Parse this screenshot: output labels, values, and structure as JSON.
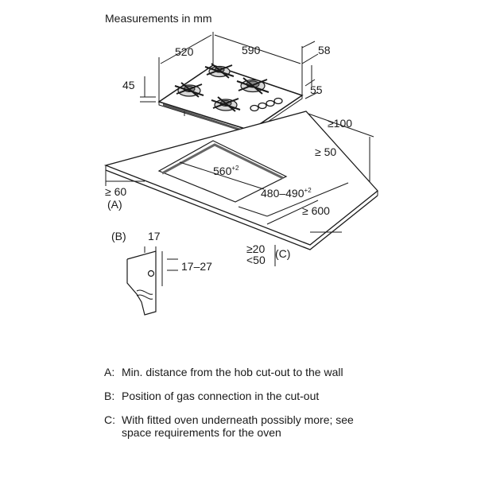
{
  "title": "Measurements in mm",
  "dimensions": {
    "depth": "520",
    "width": "590",
    "top_offset": "58",
    "height_total": "45",
    "height_body": "55",
    "rear_clearance": "≥100",
    "side_clearance": "≥ 50",
    "cutout_width": "560",
    "cutout_width_tol": "+2",
    "cutout_depth": "480–490",
    "cutout_depth_tol": "+2",
    "worktop_depth": "≥ 600",
    "wall_distance": "≥ 60",
    "gap_min": "≥20",
    "gap_max": "<50",
    "gas_offset": "17",
    "gas_depth": "17–27"
  },
  "markers": {
    "a": "(A)",
    "b": "(B)",
    "c": "(C)"
  },
  "notes": [
    {
      "key": "A:",
      "text": "Min. distance from the hob cut-out to the wall"
    },
    {
      "key": "B:",
      "text": "Position of gas connection in the cut-out"
    },
    {
      "key": "C:",
      "text": "With fitted oven underneath possibly more; see space requirements for the oven"
    }
  ]
}
